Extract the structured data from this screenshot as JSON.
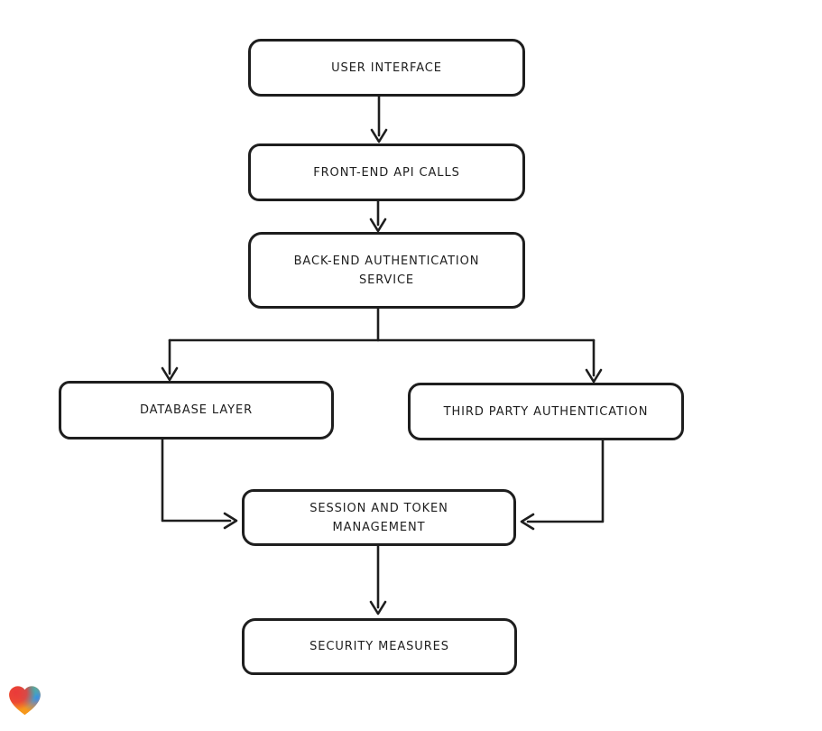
{
  "app": {
    "background_color": "#ffffff",
    "stroke_color": "#1e1e1e"
  },
  "diagram": {
    "type": "flowchart",
    "nodes": [
      {
        "id": "user-interface",
        "label": "USER INTERFACE",
        "lines": [
          "USER INTERFACE"
        ]
      },
      {
        "id": "front-end-api-calls",
        "label": "FRONT-END API CALLS",
        "lines": [
          "FRONT-END API CALLS"
        ]
      },
      {
        "id": "back-end-auth-service",
        "label": "BACK-END AUTHENTICATION SERVICE",
        "lines": [
          "BACK-END AUTHENTICATION",
          "SERVICE"
        ]
      },
      {
        "id": "database-layer",
        "label": "DATABASE LAYER",
        "lines": [
          "DATABASE LAYER"
        ]
      },
      {
        "id": "third-party-authentication",
        "label": "THIRD PARTY AUTHENTICATION",
        "lines": [
          "THIRD PARTY AUTHENTICATION"
        ]
      },
      {
        "id": "session-token-management",
        "label": "SESSION AND TOKEN MANAGEMENT",
        "lines": [
          "SESSION AND TOKEN",
          "MANAGEMENT"
        ]
      },
      {
        "id": "security-measures",
        "label": "SECURITY MEASURES",
        "lines": [
          "SECURITY MEASURES"
        ]
      }
    ],
    "edges": [
      {
        "from": "user-interface",
        "to": "front-end-api-calls"
      },
      {
        "from": "front-end-api-calls",
        "to": "back-end-auth-service"
      },
      {
        "from": "back-end-auth-service",
        "to": "database-layer"
      },
      {
        "from": "back-end-auth-service",
        "to": "third-party-authentication"
      },
      {
        "from": "database-layer",
        "to": "session-token-management"
      },
      {
        "from": "third-party-authentication",
        "to": "session-token-management"
      },
      {
        "from": "session-token-management",
        "to": "security-measures"
      }
    ]
  },
  "badge": {
    "icon": "heart-gradient-logo",
    "colors": {
      "red": "#ea3a3a",
      "teal": "#27b9bc",
      "blue": "#3c82f6",
      "orange": "#f6981c"
    }
  }
}
